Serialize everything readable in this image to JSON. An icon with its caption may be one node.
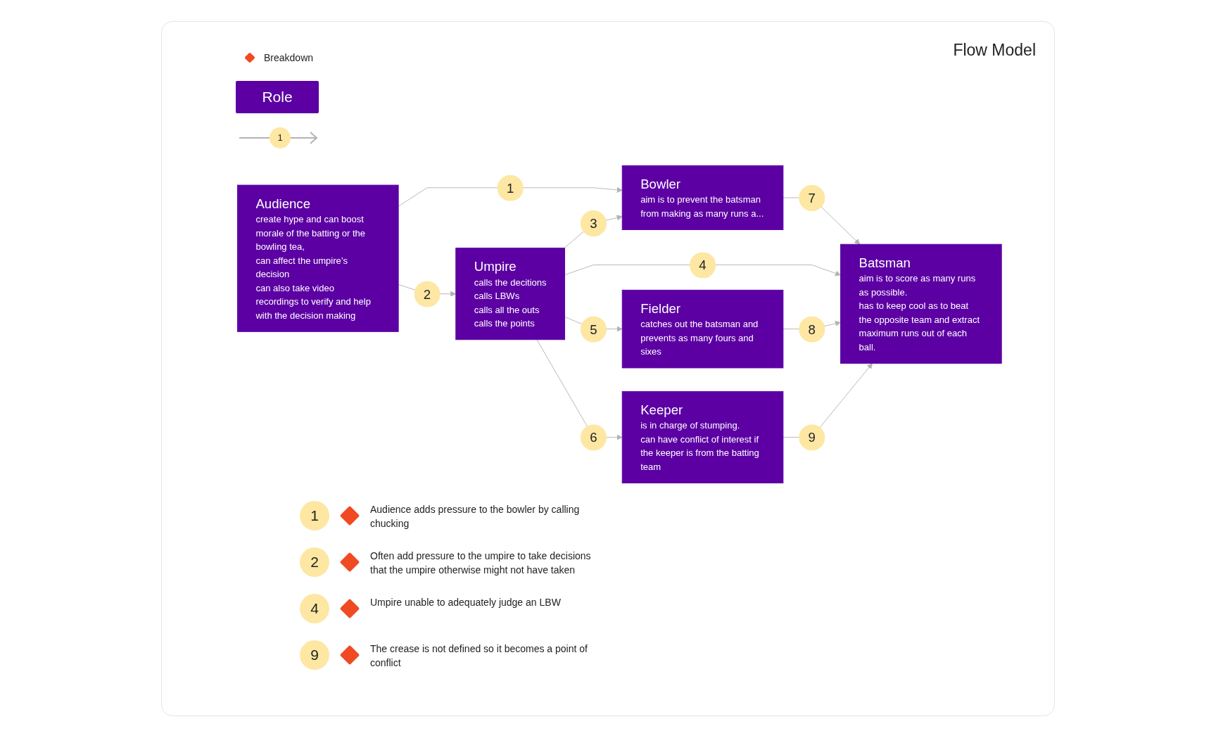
{
  "diagram": {
    "title": "Flow Model",
    "nodes": [
      {
        "text": [
          "Audience",
          "create hype and can boost morale of the batting or the bowling tea,",
          "can affect the umpire’s decision",
          "can also take video recordings to verify and help with the decision making"
        ]
      },
      {
        "text": [
          "Umpire",
          "calls the decitions",
          "calls LBWs",
          "calls all the outs",
          "calls the points"
        ]
      },
      {
        "text": [
          "Bowler",
          "aim is to prevent the batsman from making as many runs a..."
        ]
      },
      {
        "text": [
          "Fielder",
          "catches out the batsman and prevents as many fours and sixes"
        ]
      },
      {
        "text": [
          "Keeper",
          "is in charge of stumping.",
          "can have conflict of interest if the keeper is from the batting team"
        ]
      },
      {
        "text": [
          "Batsman",
          "aim is to score as many runs as possible.",
          "has to keep cool as to beat the opposite team and extract maximum runs out of each ball."
        ]
      }
    ],
    "edges": [
      {
        "from": 0,
        "to": 2,
        "arrow": "to",
        "label": "1"
      },
      {
        "from": 0,
        "to": 1,
        "arrow": "to",
        "label": "2"
      },
      {
        "from": 1,
        "to": 2,
        "arrow": "to",
        "label": "3"
      },
      {
        "from": 1,
        "to": 5,
        "arrow": "to",
        "label": "4"
      },
      {
        "from": 1,
        "to": 3,
        "arrow": "to",
        "label": "5"
      },
      {
        "from": 1,
        "to": 4,
        "arrow": "to",
        "label": "6"
      },
      {
        "from": 2,
        "to": 5,
        "arrow": "to",
        "label": "7"
      },
      {
        "from": 3,
        "to": 5,
        "arrow": "to",
        "label": "8"
      },
      {
        "from": 4,
        "to": 5,
        "arrow": "to",
        "label": "9"
      }
    ],
    "labels": [
      "1",
      "Audience adds pressure to the bowler by calling chucking",
      "2",
      "Often add pressure to the umpire to take decisions that the umpire otherwise might not have taken",
      "4",
      "Umpire unable to adequately judge an LBW",
      "9",
      "The crease is not defined so it becomes a point of conflict"
    ],
    "legend": [
      {
        "text": "Breakdown",
        "color": "#f04a23"
      },
      {
        "text": "Role",
        "color": "#5c00a3"
      },
      {
        "text": "1"
      }
    ]
  }
}
